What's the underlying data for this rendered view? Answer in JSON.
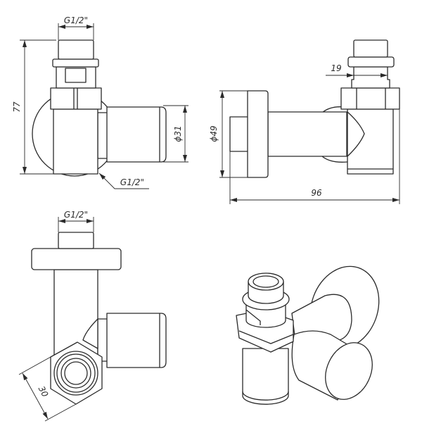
{
  "drawing": {
    "front_view": {
      "top_thread_label": "G1/2\"",
      "height_label": "77",
      "pipe_diameter_label": "ϕ31",
      "bottom_thread_label": "G1/2\""
    },
    "side_view": {
      "neck_width_label": "19",
      "flange_diameter_label": "ϕ49",
      "overall_length_label": "96"
    },
    "top_view": {
      "top_thread_label": "G1/2\"",
      "hex_size_label": "30"
    },
    "isometric_view": {},
    "line_color": "#2a2a2a"
  }
}
